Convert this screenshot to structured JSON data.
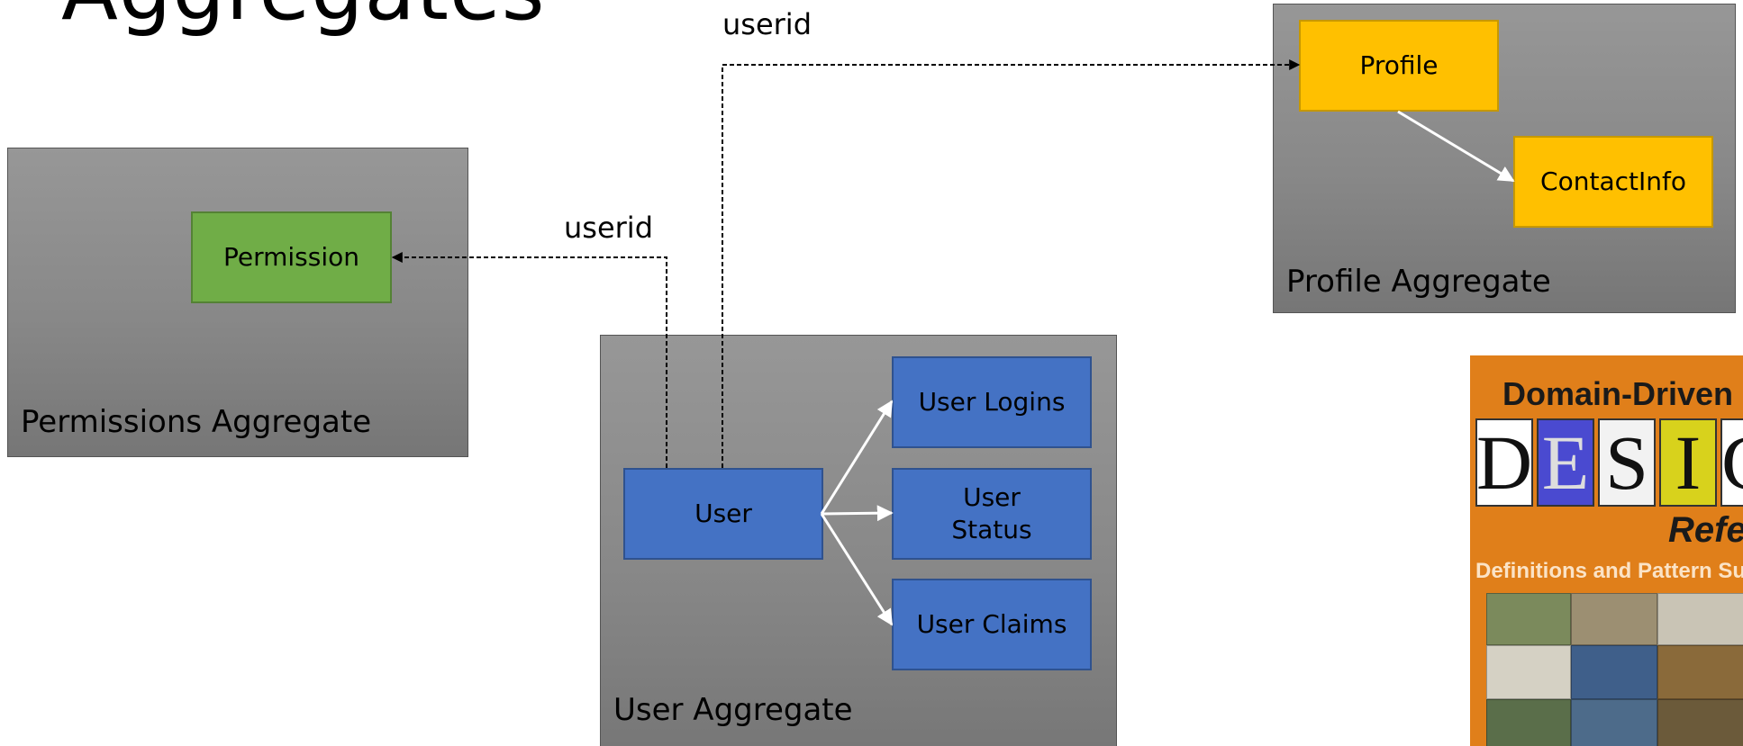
{
  "slide": {
    "title": "Aggregates"
  },
  "aggregates": {
    "permissions": {
      "label": "Permissions Aggregate"
    },
    "user": {
      "label": "User Aggregate"
    },
    "profile": {
      "label": "Profile Aggregate"
    }
  },
  "entities": {
    "permission": "Permission",
    "user": "User",
    "user_logins": "User Logins",
    "user_status": "User\nStatus",
    "user_claims": "User Claims",
    "profile": "Profile",
    "contact_info": "ContactInfo"
  },
  "references": {
    "to_permission": "userid",
    "to_profile": "userid"
  },
  "book": {
    "series": "Domain-Driven",
    "letters": [
      "D",
      "E",
      "S",
      "I",
      "G"
    ],
    "ref": "Refere",
    "subtitle": "Definitions and Pattern Sum"
  },
  "colors": {
    "permission_entity": "#70ad47",
    "user_entities": "#4472c4",
    "profile_entities": "#ffc000",
    "aggregate_box": "#888888",
    "book_cover": "#e07f1a"
  }
}
